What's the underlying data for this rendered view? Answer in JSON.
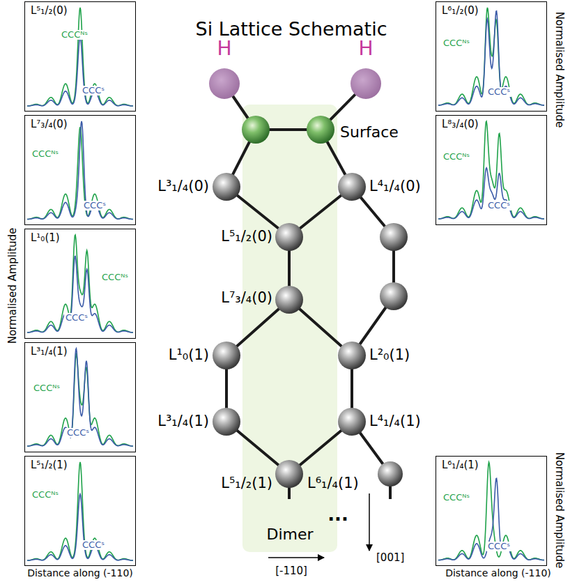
{
  "diagram": {
    "title": "Si Lattice Schematic",
    "nodes": [
      {
        "text": [
          "L⁵₁/₂(0)",
          "CCCᴺˢ",
          "CCCˢ"
        ]
      },
      {
        "text": [
          "L⁷₃/₄(0)",
          "CCCᴺˢ",
          "CCCˢ"
        ]
      },
      {
        "text": [
          "L¹₀(1)",
          "CCCᴺˢ",
          "CCCˢ"
        ]
      },
      {
        "text": [
          "L³₁/₄(1)",
          "CCCᴺˢ",
          "CCCˢ"
        ]
      },
      {
        "text": [
          "L⁵₁/₂(1)",
          "CCCᴺˢ",
          "CCCˢ"
        ]
      },
      {
        "text": [
          "L⁶₁/₂(0)",
          "CCCᴺˢ",
          "CCCˢ"
        ]
      },
      {
        "text": [
          "L⁸₃/₄(0)",
          "CCCᴺˢ",
          "CCCˢ"
        ]
      },
      {
        "text": [
          "L⁶₁/₄(1)",
          "CCCᴺˢ",
          "CCCˢ"
        ]
      },
      {
        "text": [
          "Dimer"
        ]
      }
    ],
    "labels": [
      "Normalised Amplitude",
      "Distance along (-110)",
      "Normalised Amplitude",
      "Normalised Amplitude",
      "Distance along (-110)",
      "H",
      "H",
      "Surface",
      "L³₁/₄(0)",
      "L⁴₁/₄(0)",
      "L⁵₁/₂(0)",
      "L⁷₃/₄(0)",
      "L¹₀(1)",
      "L²₀(1)",
      "L³₁/₄(1)",
      "L⁴₁/₄(1)",
      "L⁵₁/₂(1)",
      "L⁶₁/₄(1)",
      "...",
      "[-110]",
      "[001]"
    ]
  }
}
